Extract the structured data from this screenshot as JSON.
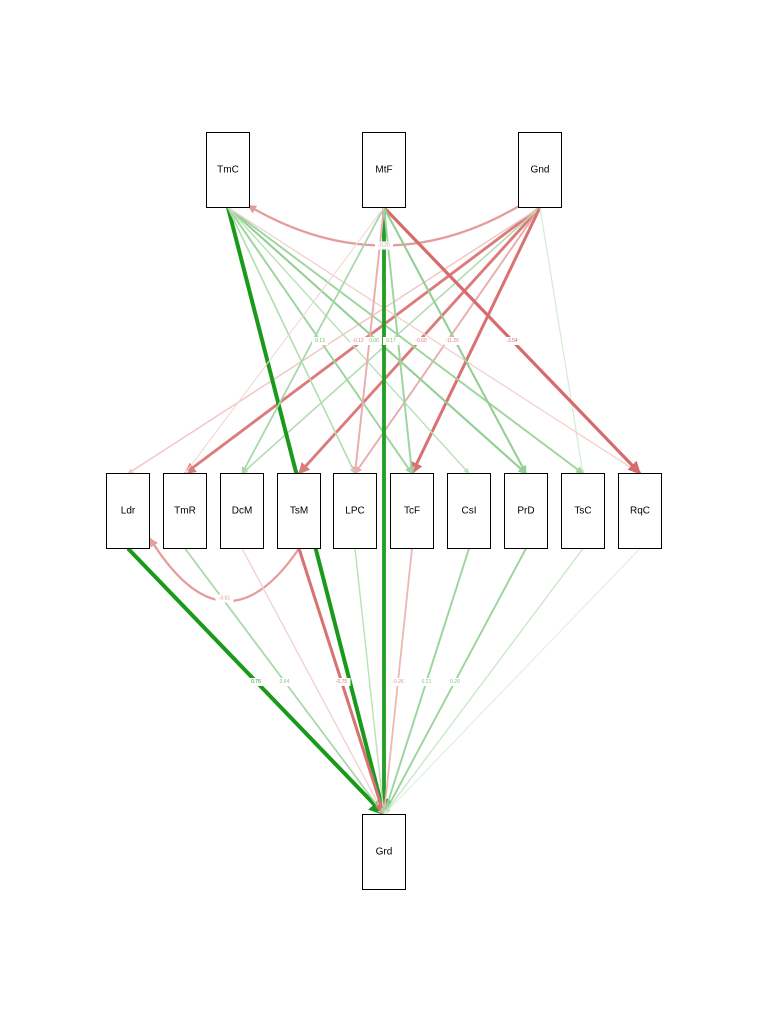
{
  "nodes": [
    {
      "id": "TmC",
      "label": "TmC"
    },
    {
      "id": "MtF",
      "label": "MtF"
    },
    {
      "id": "Gnd",
      "label": "Gnd"
    },
    {
      "id": "Ldr",
      "label": "Ldr"
    },
    {
      "id": "TmR",
      "label": "TmR"
    },
    {
      "id": "DcM",
      "label": "DcM"
    },
    {
      "id": "TsM",
      "label": "TsM"
    },
    {
      "id": "LPC",
      "label": "LPC"
    },
    {
      "id": "TcF",
      "label": "TcF"
    },
    {
      "id": "CsI",
      "label": "CsI"
    },
    {
      "id": "PrD",
      "label": "PrD"
    },
    {
      "id": "TsC",
      "label": "TsC"
    },
    {
      "id": "RqC",
      "label": "RqC"
    },
    {
      "id": "Grd",
      "label": "Grd"
    }
  ],
  "edges": [
    {
      "from": "Gnd",
      "to": "TmC",
      "label": "-0.20",
      "sign": "negative",
      "strength": 0.45
    },
    {
      "from": "Gnd",
      "to": "TmR",
      "label": "",
      "sign": "negative",
      "strength": 0.65
    },
    {
      "from": "Gnd",
      "to": "TsM",
      "label": "",
      "sign": "negative",
      "strength": 0.65
    },
    {
      "from": "Gnd",
      "to": "LPC",
      "label": "",
      "sign": "negative",
      "strength": 0.35
    },
    {
      "from": "Gnd",
      "to": "Ldr",
      "label": "",
      "sign": "negative",
      "strength": 0.2
    },
    {
      "from": "Gnd",
      "to": "DcM",
      "label": "",
      "sign": "positive",
      "strength": 0.25
    },
    {
      "from": "Gnd",
      "to": "TcF",
      "label": "",
      "sign": "negative",
      "strength": 0.7
    },
    {
      "from": "Gnd",
      "to": "TsC",
      "label": "",
      "sign": "positive",
      "strength": 0.1
    },
    {
      "from": "TmC",
      "to": "Grd",
      "label": "",
      "sign": "positive",
      "strength": 1.0
    },
    {
      "from": "TmC",
      "to": "TcF",
      "label": "",
      "sign": "positive",
      "strength": 0.35
    },
    {
      "from": "TmC",
      "to": "PrD",
      "label": "",
      "sign": "positive",
      "strength": 0.4
    },
    {
      "from": "TmC",
      "to": "TsC",
      "label": "",
      "sign": "positive",
      "strength": 0.35
    },
    {
      "from": "TmC",
      "to": "CsI",
      "label": "",
      "sign": "positive",
      "strength": 0.2
    },
    {
      "from": "TmC",
      "to": "LPC",
      "label": "",
      "sign": "positive",
      "strength": 0.25
    },
    {
      "from": "TmC",
      "to": "RqC",
      "label": "",
      "sign": "negative",
      "strength": 0.15
    },
    {
      "from": "MtF",
      "to": "Grd",
      "label": "",
      "sign": "positive",
      "strength": 0.95
    },
    {
      "from": "MtF",
      "to": "RqC",
      "label": "-3.54",
      "sign": "negative",
      "strength": 0.75
    },
    {
      "from": "MtF",
      "to": "LPC",
      "label": "",
      "sign": "negative",
      "strength": 0.35
    },
    {
      "from": "MtF",
      "to": "TcF",
      "label": "",
      "sign": "positive",
      "strength": 0.35
    },
    {
      "from": "MtF",
      "to": "PrD",
      "label": "",
      "sign": "positive",
      "strength": 0.4
    },
    {
      "from": "MtF",
      "to": "DcM",
      "label": "",
      "sign": "positive",
      "strength": 0.3
    },
    {
      "from": "MtF",
      "to": "TmR",
      "label": "",
      "sign": "negative",
      "strength": 0.1
    },
    {
      "from": "Ldr",
      "to": "Grd",
      "label": "0.76",
      "sign": "positive",
      "strength": 1.0
    },
    {
      "from": "TsM",
      "to": "Ldr",
      "label": "-0.61",
      "sign": "negative",
      "strength": 0.45
    },
    {
      "from": "TmR",
      "to": "Grd",
      "label": "0.64",
      "sign": "positive",
      "strength": 0.3
    },
    {
      "from": "DcM",
      "to": "Grd",
      "label": "",
      "sign": "negative",
      "strength": 0.15
    },
    {
      "from": "TsM",
      "to": "Grd",
      "label": "-0.75",
      "sign": "negative",
      "strength": 0.7
    },
    {
      "from": "LPC",
      "to": "Grd",
      "label": "",
      "sign": "positive",
      "strength": 0.2
    },
    {
      "from": "TcF",
      "to": "Grd",
      "label": "-0.26",
      "sign": "negative",
      "strength": 0.3
    },
    {
      "from": "CsI",
      "to": "Grd",
      "label": "0.21",
      "sign": "positive",
      "strength": 0.35
    },
    {
      "from": "PrD",
      "to": "Grd",
      "label": "0.20",
      "sign": "positive",
      "strength": 0.35
    },
    {
      "from": "TsC",
      "to": "Grd",
      "label": "",
      "sign": "positive",
      "strength": 0.15
    },
    {
      "from": "RqC",
      "to": "Grd",
      "label": "",
      "sign": "positive",
      "strength": 0.05
    }
  ],
  "mid_labels": [
    {
      "text": "0.13",
      "sign": "positive"
    },
    {
      "text": "-0.12",
      "sign": "negative"
    },
    {
      "text": "0.06",
      "sign": "positive"
    },
    {
      "text": "0.17",
      "sign": "positive"
    },
    {
      "text": "-0.60",
      "sign": "negative"
    },
    {
      "text": "-11.26",
      "sign": "negative"
    }
  ],
  "colors": {
    "positive": "#1a9a1a",
    "negative": "#cc4040",
    "node_border": "#000000"
  }
}
